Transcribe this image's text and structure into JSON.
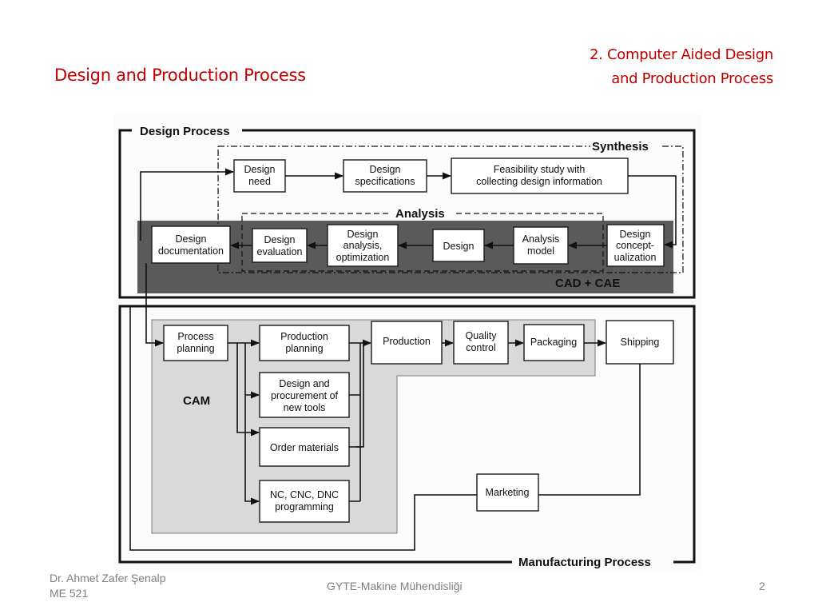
{
  "slide": {
    "title": "Design and Production Process",
    "section_line1": "2. Computer Aided Design",
    "section_line2": "and Production Process"
  },
  "diagram": {
    "design_process": "Design Process",
    "synthesis": "Synthesis",
    "analysis": "Analysis",
    "cad_cae": "CAD + CAE",
    "cam": "CAM",
    "manufacturing_process": "Manufacturing Process",
    "boxes": {
      "design_need": [
        "Design",
        "need"
      ],
      "design_specifications": [
        "Design",
        "specifications"
      ],
      "feasibility_study": [
        "Feasibility study with",
        "collecting design information"
      ],
      "design_conceptualization": [
        "Design",
        "concept-",
        "ualization"
      ],
      "analysis_model": [
        "Analysis",
        "model"
      ],
      "design": [
        "Design"
      ],
      "design_analysis": [
        "Design",
        "analysis,",
        "optimization"
      ],
      "design_evaluation": [
        "Design",
        "evaluation"
      ],
      "design_documentation": [
        "Design",
        "documentation"
      ],
      "process_planning": [
        "Process",
        "planning"
      ],
      "production_planning": [
        "Production",
        "planning"
      ],
      "design_procurement": [
        "Design and",
        "procurement of",
        "new tools"
      ],
      "order_materials": [
        "Order materials"
      ],
      "nc_programming": [
        "NC, CNC, DNC",
        "programming"
      ],
      "production": [
        "Production"
      ],
      "quality_control": [
        "Quality",
        "control"
      ],
      "packaging": [
        "Packaging"
      ],
      "shipping": [
        "Shipping"
      ],
      "marketing": [
        "Marketing"
      ]
    }
  },
  "footer": {
    "author_line1": "Dr. Ahmet Zafer Şenalp",
    "author_line2": "ME 521",
    "center": "GYTE-Makine Mühendisliği",
    "page": "2"
  },
  "colors": {
    "title": "#c00000",
    "cad_band": "#5a5a5a",
    "cam_region": "#d9d9d9",
    "footer_text": "#7f7f7f"
  }
}
